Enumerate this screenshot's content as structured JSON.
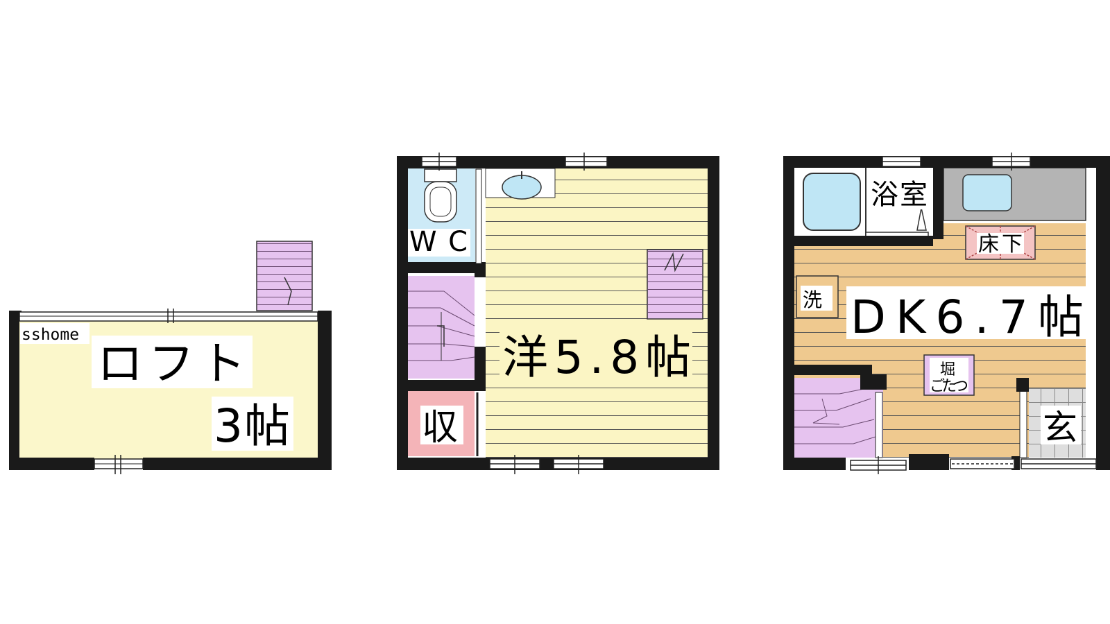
{
  "watermark": "sshome",
  "loft": {
    "name": "ロフト",
    "size": "3帖"
  },
  "floor2": {
    "wc": "WC",
    "storage": "収",
    "western_room": "洋5.8帖"
  },
  "floor1": {
    "bath": "浴室",
    "underfloor": "床下",
    "washer": "洗",
    "dk": "DK6.7帖",
    "kotatsu_line1": "堀",
    "kotatsu_line2": "ごたつ",
    "entrance": "玄"
  },
  "colors": {
    "wall": "#1a1a1a",
    "loft_floor": "#fbf7cb",
    "western_floor": "#fbf5c4",
    "wood_floor": "#efc98f",
    "stairs": "#e6c3ef",
    "wc_bg": "#cdeaf7",
    "fixture": "#bfe6f5",
    "storage_bg": "#f4b4b8",
    "underfloor_bg": "#f4c4c4",
    "kitchen_counter": "#b4b4b4",
    "entrance_tile": "#dedede"
  }
}
